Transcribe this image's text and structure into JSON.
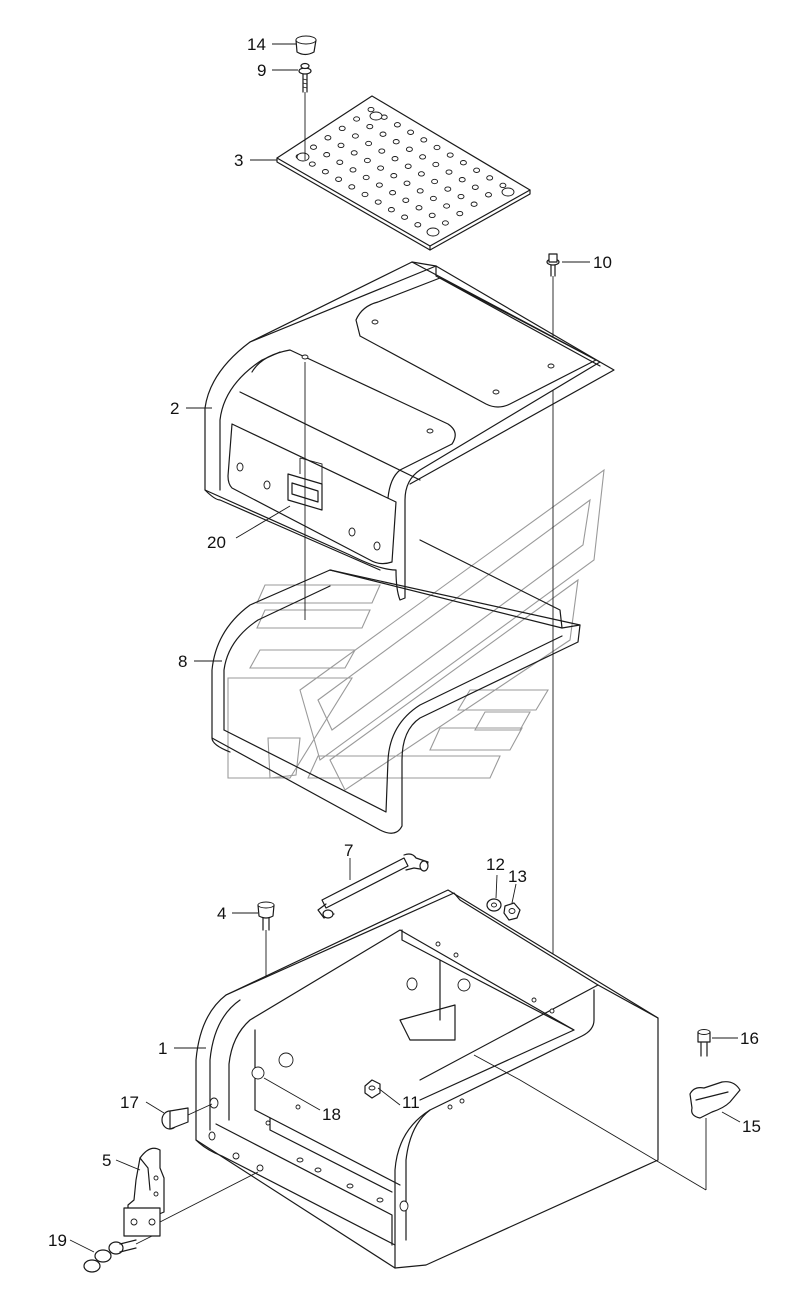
{
  "callouts": [
    {
      "id": "14",
      "label": "14"
    },
    {
      "id": "9",
      "label": "9"
    },
    {
      "id": "3",
      "label": "3"
    },
    {
      "id": "10",
      "label": "10"
    },
    {
      "id": "2",
      "label": "2"
    },
    {
      "id": "20",
      "label": "20"
    },
    {
      "id": "8",
      "label": "8"
    },
    {
      "id": "7",
      "label": "7"
    },
    {
      "id": "12",
      "label": "12"
    },
    {
      "id": "13",
      "label": "13"
    },
    {
      "id": "4",
      "label": "4"
    },
    {
      "id": "1",
      "label": "1"
    },
    {
      "id": "16",
      "label": "16"
    },
    {
      "id": "17",
      "label": "17"
    },
    {
      "id": "18",
      "label": "18"
    },
    {
      "id": "11",
      "label": "11"
    },
    {
      "id": "15",
      "label": "15"
    },
    {
      "id": "5",
      "label": "5"
    },
    {
      "id": "19",
      "label": "19"
    }
  ],
  "colors": {
    "line": "#1a1a1a",
    "watermark": "#9a9a9a",
    "background": "#ffffff"
  }
}
